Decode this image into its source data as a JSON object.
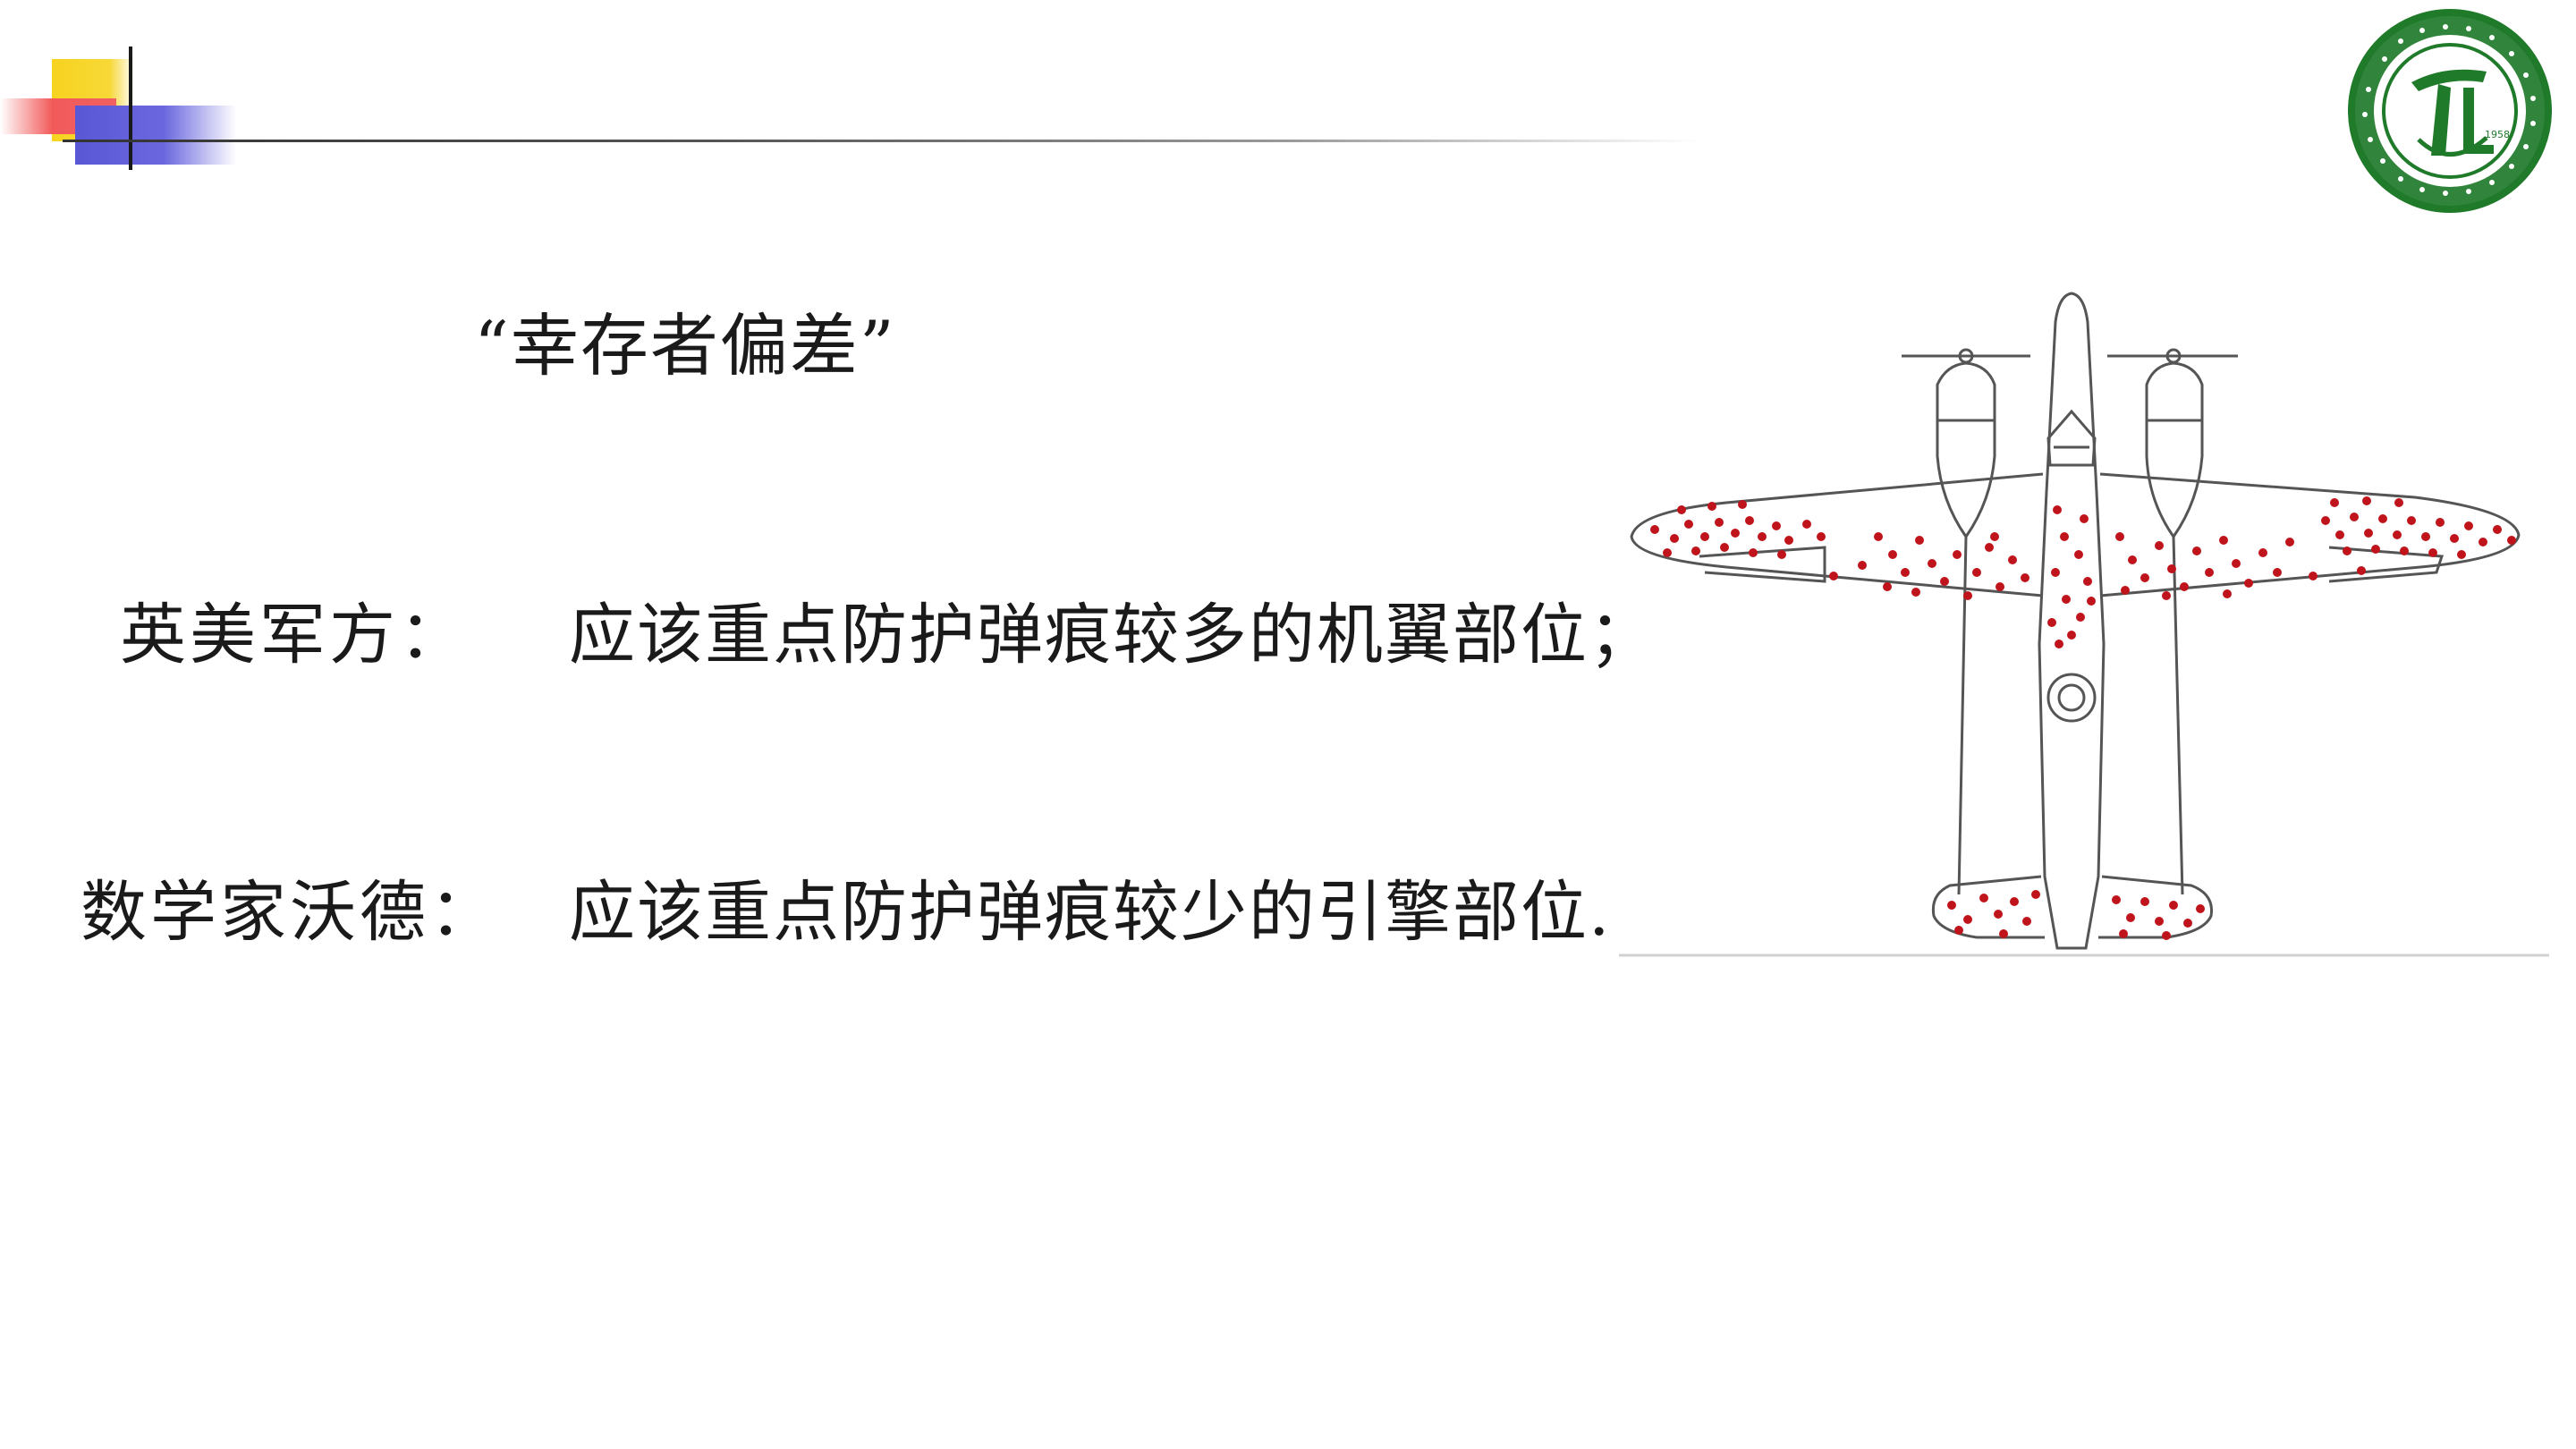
{
  "slide": {
    "title": "“幸存者偏差”",
    "rows": [
      {
        "label": "英美军方：",
        "text": "应该重点防护弹痕较多的机翼部位；"
      },
      {
        "label": "数学家沃德：",
        "text": "应该重点防护弹痕较少的引擎部位."
      }
    ]
  },
  "logo": {
    "year": "1958",
    "icon": "school-seal-icon",
    "ring_color": "#1f7a2a"
  },
  "figure": {
    "icon": "bullet-hole-airplane-diagram",
    "dot_color": "#c0141c",
    "line_color": "#555555"
  },
  "colors": {
    "text": "#1a1a1a",
    "accent_yellow": "#f7d320",
    "accent_red": "#f25a5a",
    "accent_blue": "#5a57d6"
  }
}
